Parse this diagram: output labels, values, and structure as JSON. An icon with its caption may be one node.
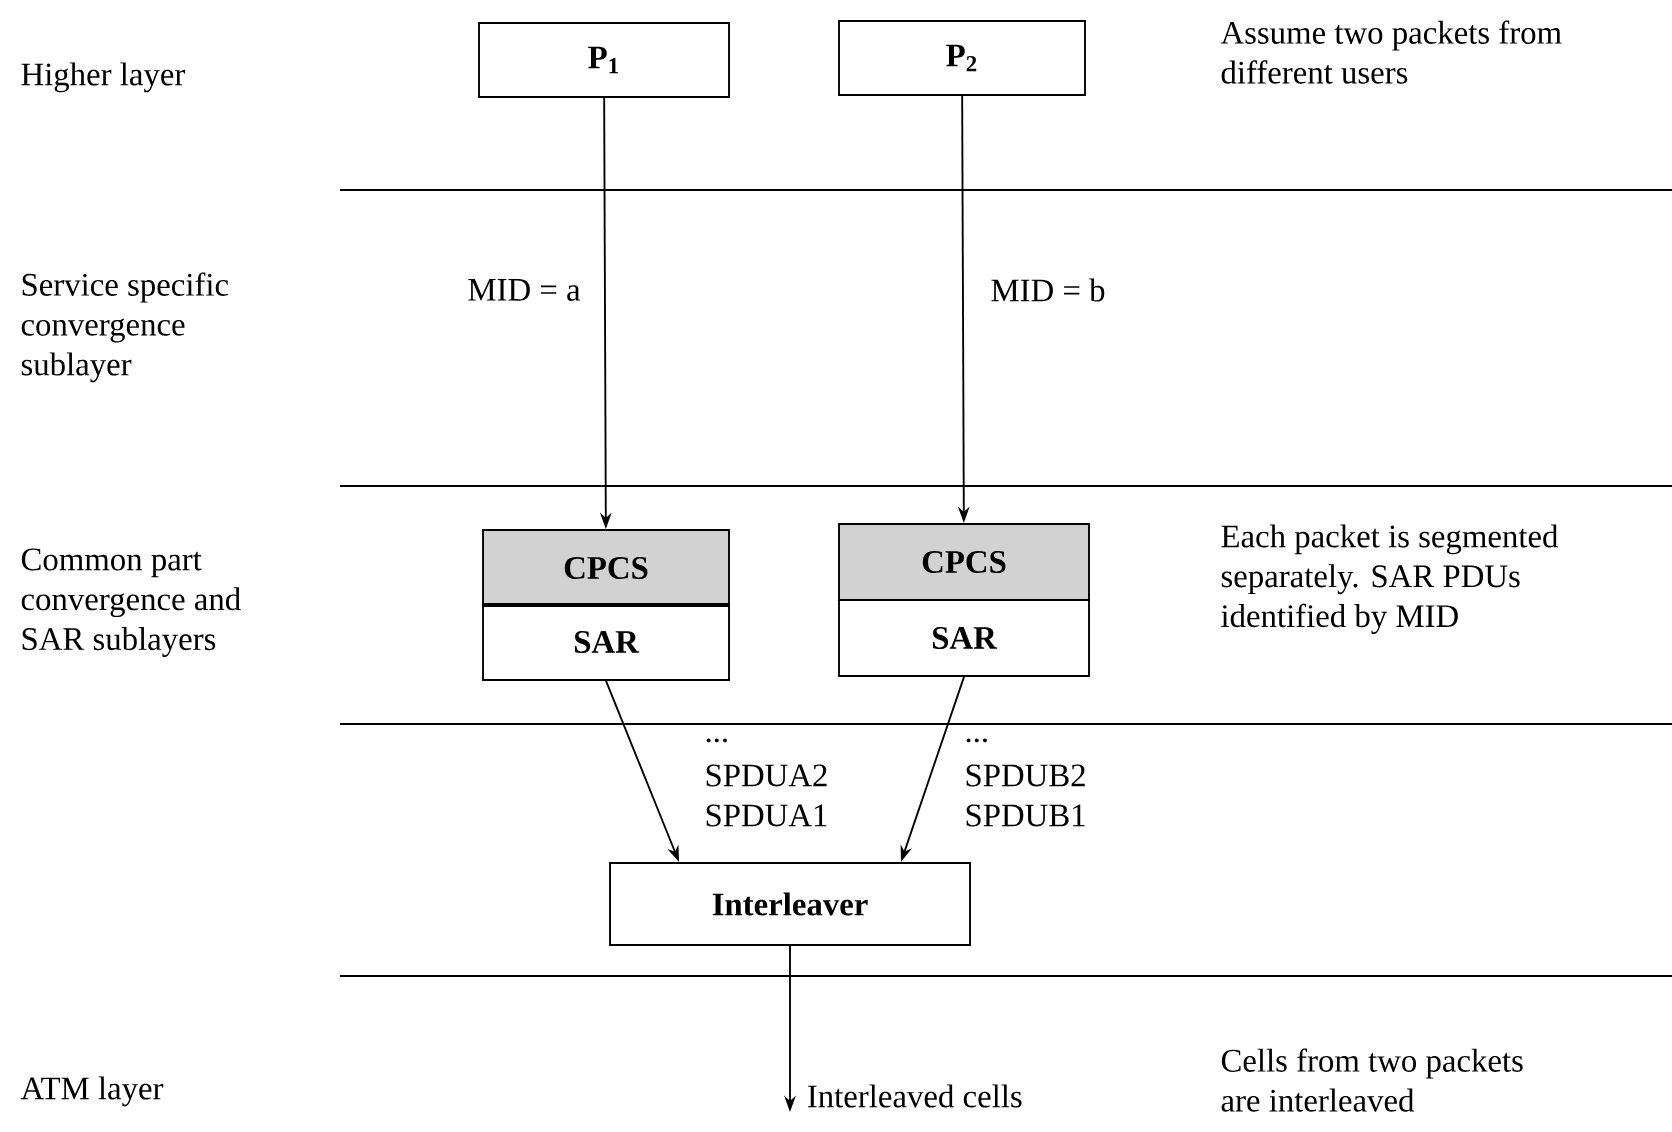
{
  "diagram": {
    "nodes": [
      {
        "text": [
          "P$_{1}$"
        ]
      },
      {
        "text": [
          "P$_{2}$"
        ]
      },
      {
        "text": [
          "CPCS"
        ]
      },
      {
        "text": [
          "SAR"
        ]
      },
      {
        "text": [
          "CPCS"
        ]
      },
      {
        "text": [
          "SAR"
        ]
      },
      {
        "text": [
          "Interleaver"
        ]
      }
    ],
    "edges": [
      {
        "from": 0,
        "to": 2,
        "arrow": "to",
        "label": "MID = a"
      },
      {
        "from": 1,
        "to": 4,
        "arrow": "to",
        "label": "MID = b"
      },
      {
        "from": 3,
        "to": 6,
        "arrow": "to"
      },
      {
        "from": 5,
        "to": 6,
        "arrow": "to"
      },
      {
        "from": 6,
        "to": null,
        "arrow": "to",
        "label": "Interleaved cells"
      }
    ],
    "labels": [
      "Higher layer",
      "Assume two packets from different users",
      "Service specific convergence sublayer",
      "Common part convergence and SAR sublayers",
      "Each packet is segmented separately. SAR PDUs identified by MID",
      "...",
      "SPDUA2",
      "SPDUA1",
      "...",
      "SPDUB2",
      "SPDUB1",
      "ATM layer",
      "Cells from two packets are interleaved"
    ]
  }
}
